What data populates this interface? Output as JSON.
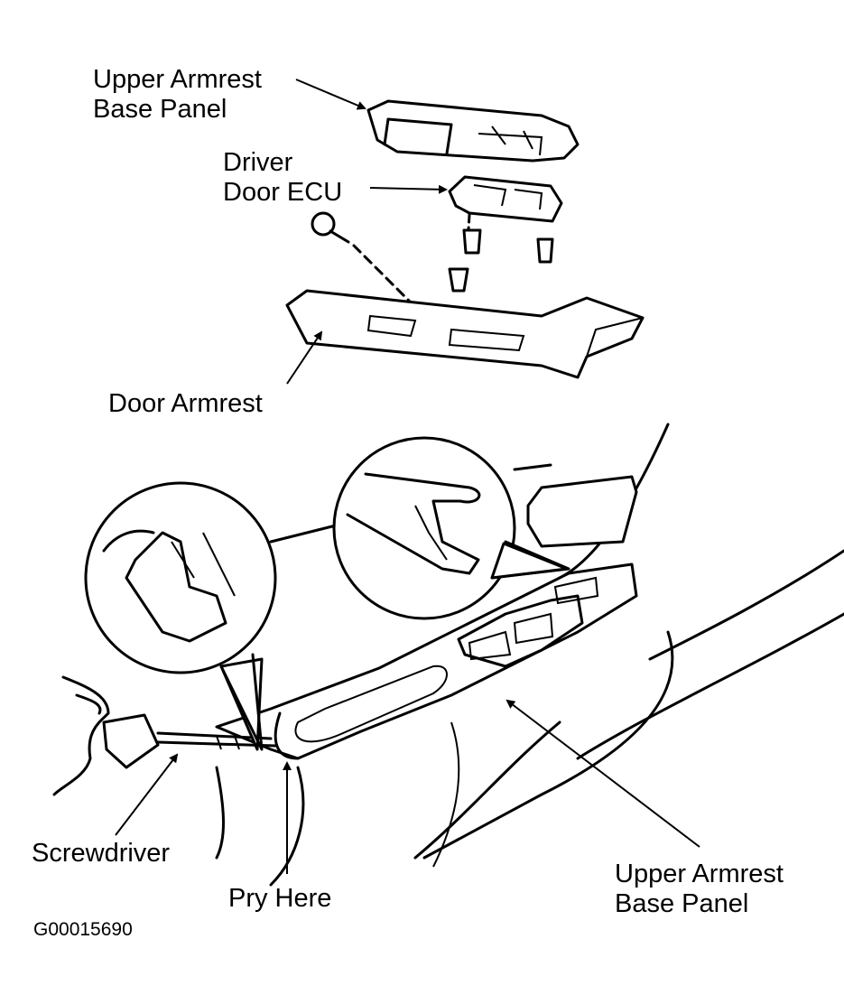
{
  "labels": {
    "upper_armrest_top": [
      "Upper Armrest",
      "Base Panel"
    ],
    "driver_door_ecu": [
      "Driver",
      "Door ECU"
    ],
    "door_armrest": "Door Armrest",
    "screwdriver": "Screwdriver",
    "pry_here": "Pry Here",
    "upper_armrest_bottom": [
      "Upper Armrest",
      "Base Panel"
    ]
  },
  "figure_id": "G00015690"
}
